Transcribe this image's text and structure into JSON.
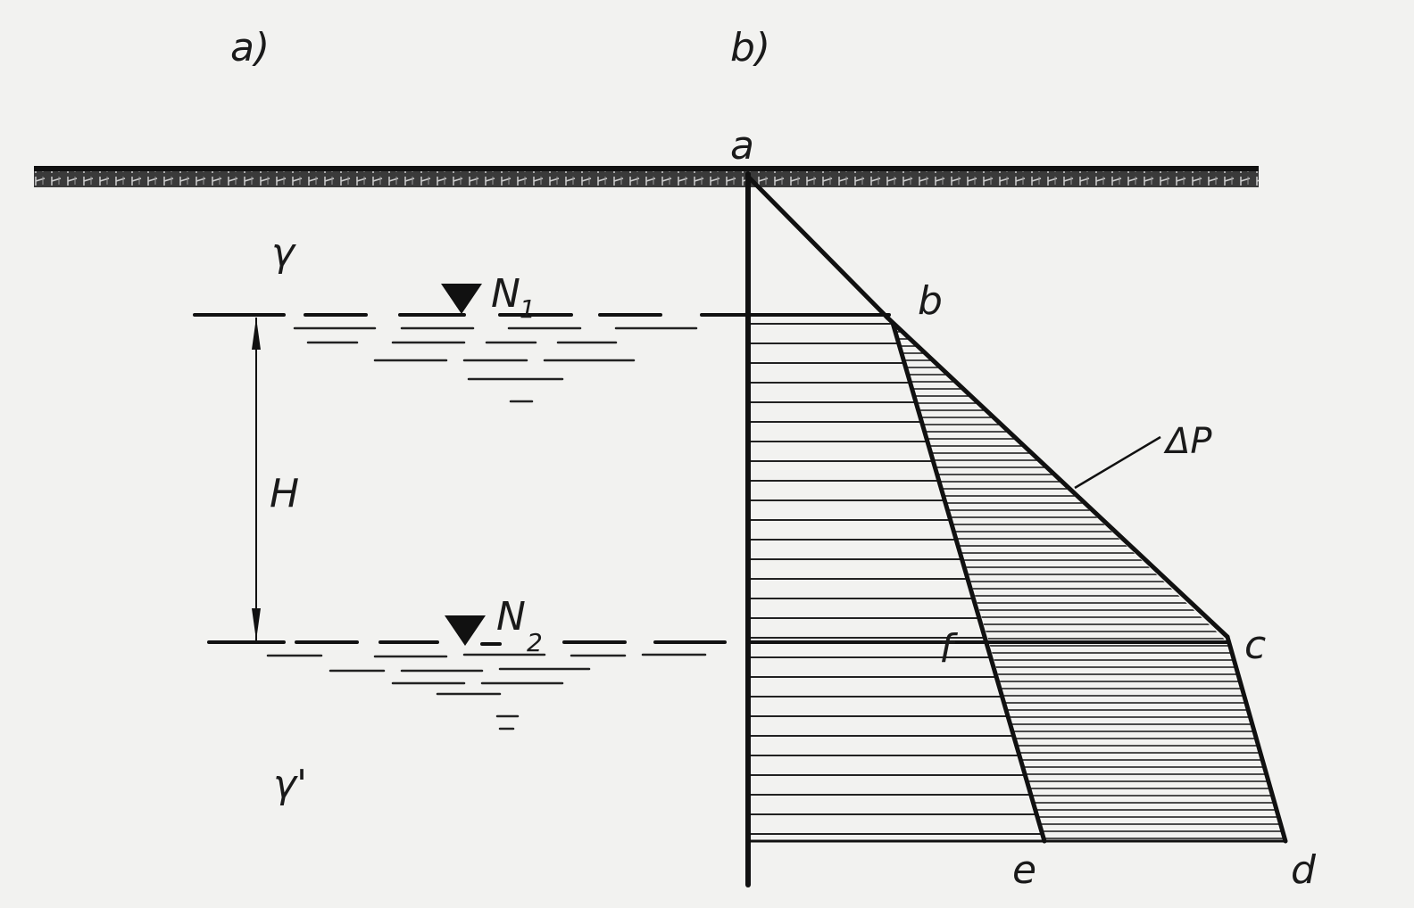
{
  "panel_labels": {
    "a": "a)",
    "b": "b)"
  },
  "soil": {
    "gamma_above": "γ",
    "gamma_below": "γ'"
  },
  "water_levels": {
    "n1": {
      "letter": "N",
      "sub": "1"
    },
    "n2": {
      "letter": "N",
      "sub": "2"
    },
    "height": "H"
  },
  "points": {
    "a": "a",
    "b": "b",
    "c": "c",
    "d": "d",
    "e": "e",
    "f": "f"
  },
  "delta_p": "ΔP"
}
